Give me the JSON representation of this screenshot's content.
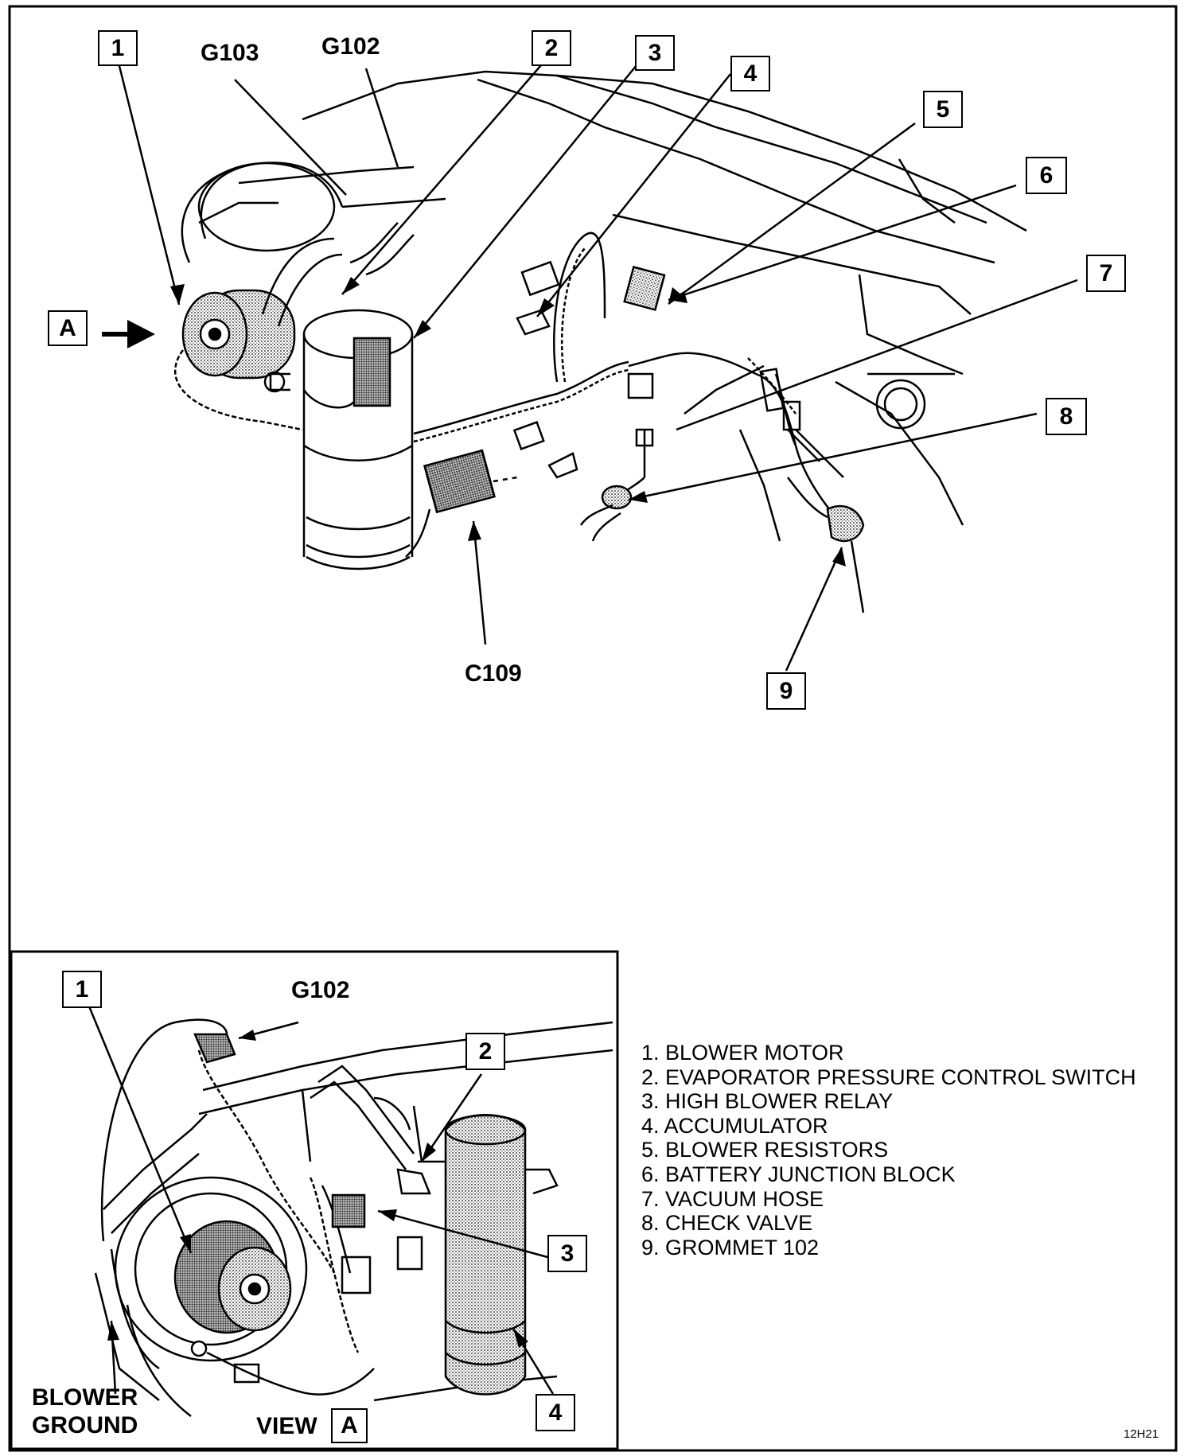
{
  "main_view": {
    "callouts": [
      "1",
      "2",
      "3",
      "4",
      "5",
      "6",
      "7",
      "8",
      "9"
    ],
    "view_marker": "A",
    "ground_labels": [
      "G103",
      "G102"
    ],
    "connector_label": "C109"
  },
  "inset_view": {
    "callouts": [
      "1",
      "2",
      "3",
      "4"
    ],
    "ground_label": "G102",
    "blower_ground": [
      "BLOWER",
      "GROUND"
    ],
    "view_caption": "VIEW",
    "view_marker": "A"
  },
  "legend": [
    "1. BLOWER MOTOR",
    "2. EVAPORATOR PRESSURE CONTROL SWITCH",
    "3. HIGH BLOWER RELAY",
    "4. ACCUMULATOR",
    "5. BLOWER RESISTORS",
    "6. BATTERY JUNCTION BLOCK",
    "7. VACUUM HOSE",
    "8. CHECK VALVE",
    "9. GROMMET 102"
  ],
  "figure_id": "12H21"
}
